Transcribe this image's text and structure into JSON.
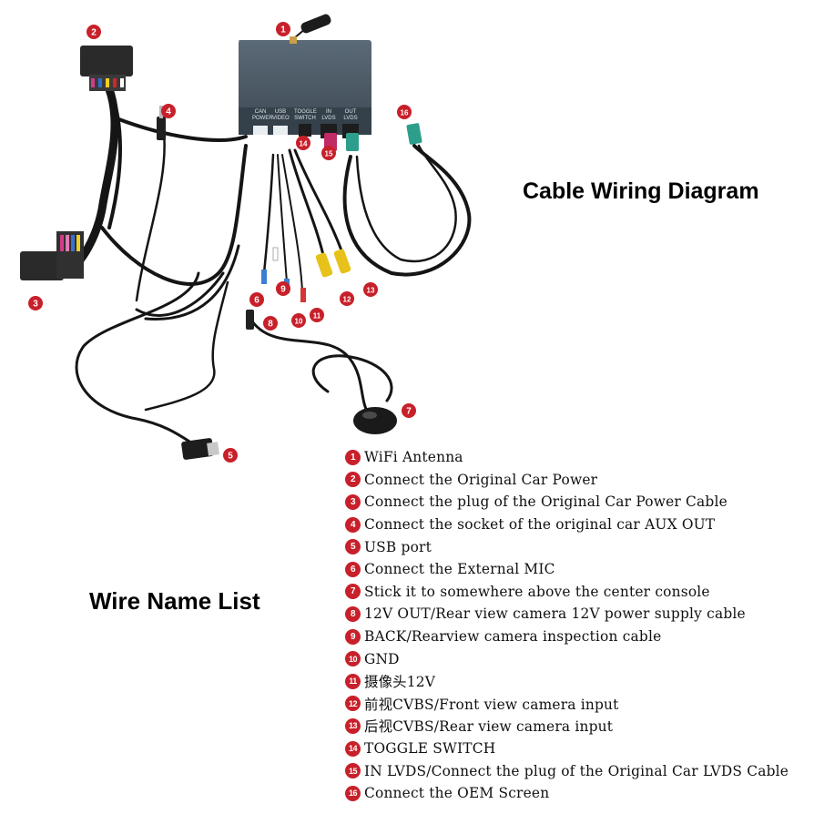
{
  "titles": {
    "cable": "Cable Wiring Diagram",
    "wires": "Wire Name List"
  },
  "ports": [
    {
      "line1": "CAN",
      "line2": "POWER"
    },
    {
      "line1": "USB",
      "line2": "VIDEO"
    },
    {
      "line1": "TOGGLE",
      "line2": "SWITCH"
    },
    {
      "line1": "IN",
      "line2": "LVDS"
    },
    {
      "line1": "OUT",
      "line2": "LVDS"
    }
  ],
  "callouts": [
    "1",
    "2",
    "3",
    "4",
    "5",
    "6",
    "7",
    "8",
    "9",
    "10",
    "11",
    "12",
    "13",
    "14",
    "15",
    "16"
  ],
  "wire_list": [
    {
      "num": "1",
      "text": "WiFi Antenna"
    },
    {
      "num": "2",
      "text": "Connect the Original Car Power"
    },
    {
      "num": "3",
      "text": "Connect the plug of the Original Car Power Cable"
    },
    {
      "num": "4",
      "text": "Connect the socket of the original car AUX OUT"
    },
    {
      "num": "5",
      "text": "USB port"
    },
    {
      "num": "6",
      "text": "Connect the External MIC"
    },
    {
      "num": "7",
      "text": "Stick it to somewhere above the center console"
    },
    {
      "num": "8",
      "text": "12V OUT/Rear view camera 12V power supply cable"
    },
    {
      "num": "9",
      "text": "BACK/Rearview camera inspection cable"
    },
    {
      "num": "10",
      "text": "GND"
    },
    {
      "num": "11",
      "text": "摄像头12V"
    },
    {
      "num": "12",
      "text": "前视CVBS/Front view camera input"
    },
    {
      "num": "13",
      "text": "后视CVBS/Rear view camera input"
    },
    {
      "num": "14",
      "text": "TOGGLE SWITCH"
    },
    {
      "num": "15",
      "text": "IN LVDS/Connect the plug of the Original Car LVDS Cable"
    },
    {
      "num": "16",
      "text": "Connect the OEM Screen"
    }
  ],
  "colors": {
    "callout": "#c8202a",
    "cable": "#151515",
    "module": "#4b5a66",
    "fakra_green": "#2e9e8c",
    "fakra_pink": "#c02a66",
    "rca_yellow": "#e7c21a"
  }
}
